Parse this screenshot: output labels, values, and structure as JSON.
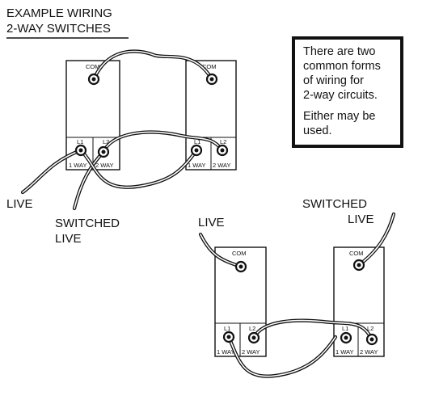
{
  "title": {
    "line1": "EXAMPLE WIRING",
    "line2": "2-WAY SWITCHES"
  },
  "note": {
    "lines": [
      "There are two",
      "common forms",
      "of wiring for",
      "2-way circuits.",
      "Either may be",
      "used."
    ]
  },
  "terminals": {
    "com": "COM",
    "l1": "L1",
    "l2": "L2",
    "one_way": "1 WAY",
    "two_way": "2 WAY"
  },
  "labels": {
    "diagram1_live": "LIVE",
    "diagram1_switched": "SWITCHED",
    "diagram1_switched_live": "LIVE",
    "diagram2_live": "LIVE",
    "diagram2_switched": "SWITCHED",
    "diagram2_switched_live": "LIVE"
  }
}
